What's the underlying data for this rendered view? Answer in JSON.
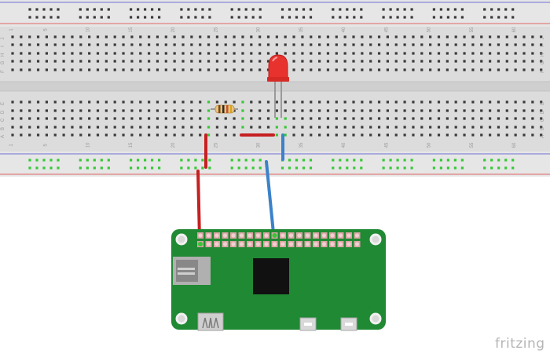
{
  "breadboard": {
    "column_numbers": [
      "1",
      "5",
      "10",
      "15",
      "20",
      "25",
      "30",
      "35",
      "40",
      "45",
      "50",
      "55",
      "60"
    ],
    "row_letters_top": [
      "J",
      "I",
      "H",
      "G",
      "F"
    ],
    "row_letters_bottom": [
      "E",
      "D",
      "C",
      "B",
      "A"
    ]
  },
  "components": {
    "led": {
      "color": "#e8322e"
    },
    "resistor": {
      "body_color": "#e9c27d"
    },
    "pi": {
      "board_color": "#208934"
    }
  },
  "wires": {
    "red": "#c62021",
    "blue": "#3b82c9"
  },
  "branding": {
    "logo": "fritzing"
  }
}
